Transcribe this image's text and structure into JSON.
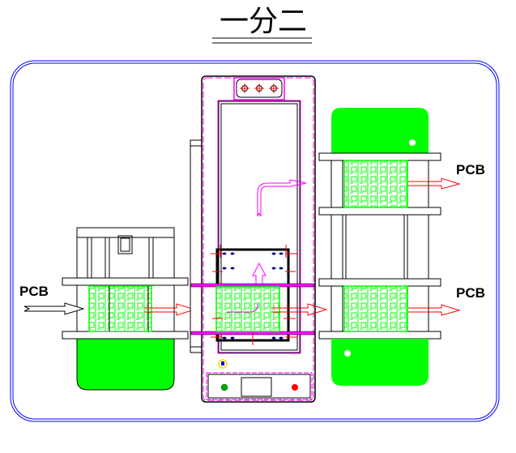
{
  "title": "一分二",
  "colors": {
    "frame": "#0000ff",
    "conveyor_green": "#00ff00",
    "magenta": "#ff00ff",
    "red": "#ff0000",
    "black": "#000000",
    "accent_yellow": "#ffd700",
    "indicator_green": "#00aa00",
    "indicator_red": "#ff0000"
  },
  "labels": {
    "pcb_in": "PCB",
    "pcb_out_top": "PCB",
    "pcb_out_bottom": "PCB"
  },
  "modules": {
    "left": "input-conveyor",
    "center": "splitter-shuttle",
    "right": "dual-output-conveyor"
  },
  "control_panel": {
    "indicators": [
      "green-lamp",
      "display-window",
      "red-lamp"
    ]
  },
  "top_bracket": {
    "screw_count": 3
  }
}
